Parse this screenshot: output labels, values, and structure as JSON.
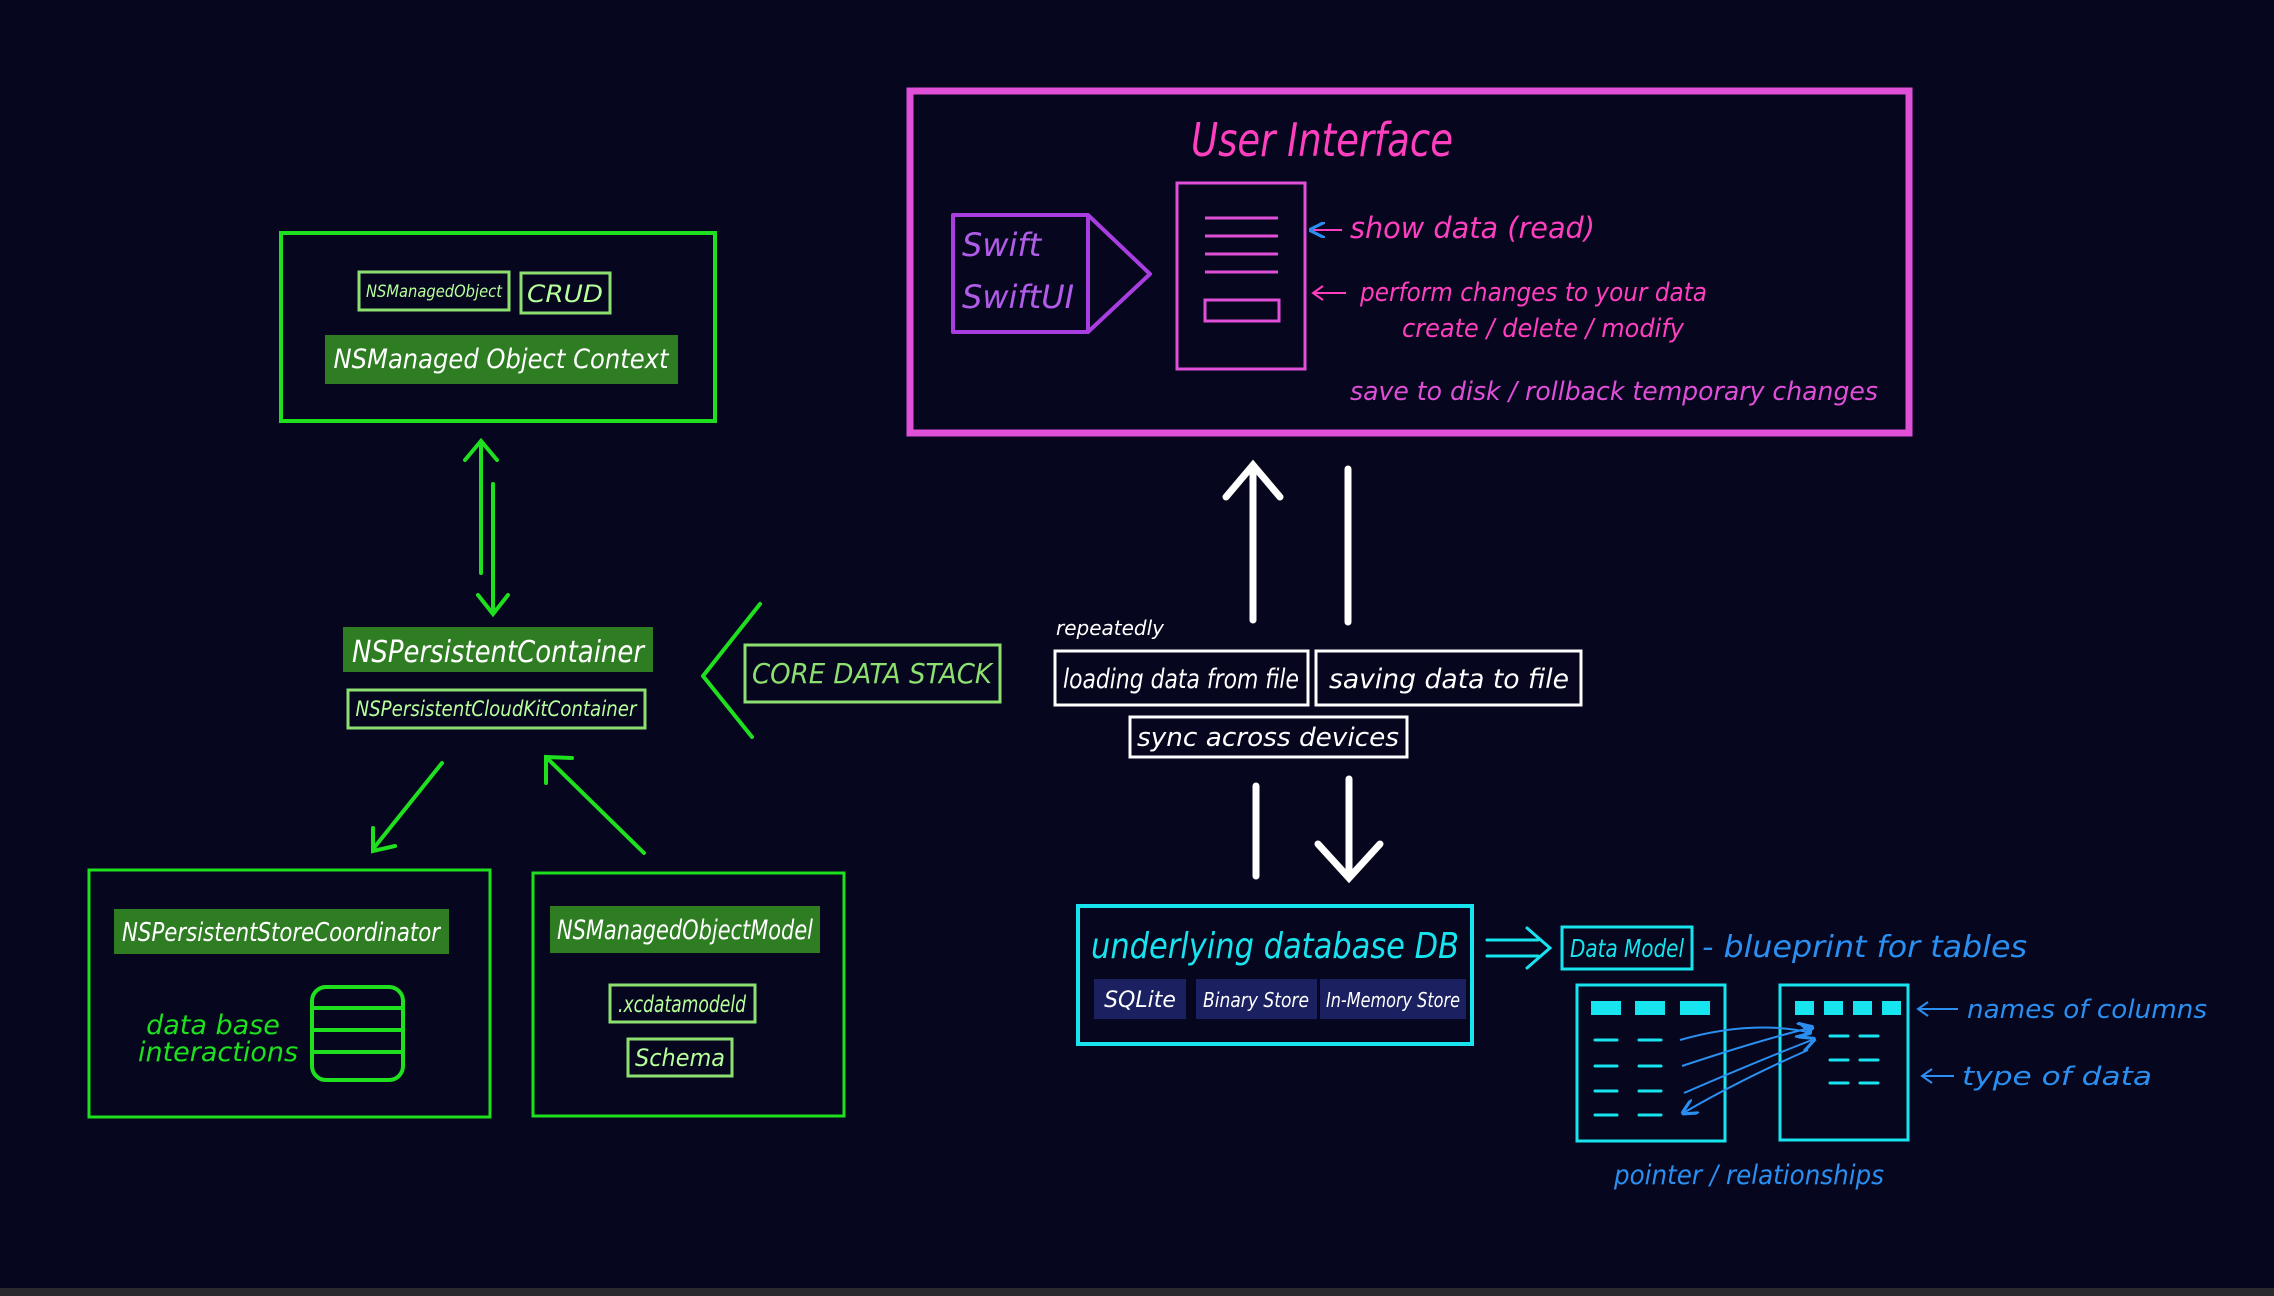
{
  "colors": {
    "background": "#06061e",
    "green": "#1ee01e",
    "green_fill": "#2e7d22",
    "light_green": "#b6ff9a",
    "magenta": "#e04fd8",
    "purple": "#a93ee0",
    "pink_text": "#ff3fbf",
    "white": "#ffffff",
    "cyan": "#17e4ee",
    "blue": "#2a8ff0",
    "navy": "#1a2060"
  },
  "core_data": {
    "context_box": {
      "tag_managed_object": "NSManagedObject",
      "tag_crud": "CRUD",
      "title": "NSManaged Object Context"
    },
    "container": {
      "title": "NSPersistentContainer",
      "subtitle": "NSPersistentCloudKitContainer"
    },
    "stack_label": "CORE DATA STACK",
    "coordinator_box": {
      "title": "NSPersistentStoreCoordinator",
      "caption_line1": "data base",
      "caption_line2": "interactions"
    },
    "model_box": {
      "title": "NSManagedObjectModel",
      "file": ".xcdatamodeld",
      "schema": "Schema"
    }
  },
  "ui_box": {
    "title": "User Interface",
    "swift": "Swift",
    "swiftui": "SwiftUI",
    "show_data": "show data (read)",
    "perform_changes": "perform changes to your data",
    "crud_ops": "create / delete / modify",
    "save_disk": "save to disk / rollback temporary changes"
  },
  "io": {
    "repeatedly": "repeatedly",
    "loading": "loading data from file",
    "saving": "saving data to file",
    "sync": "sync across devices"
  },
  "database": {
    "title": "underlying database DB",
    "stores": [
      "SQLite",
      "Binary Store",
      "In-Memory Store"
    ]
  },
  "data_model": {
    "label": "Data Model",
    "description": "- blueprint for tables",
    "names_of_columns": "names of columns",
    "type_of_data": "type of data",
    "pointers": "pointer / relationships"
  }
}
